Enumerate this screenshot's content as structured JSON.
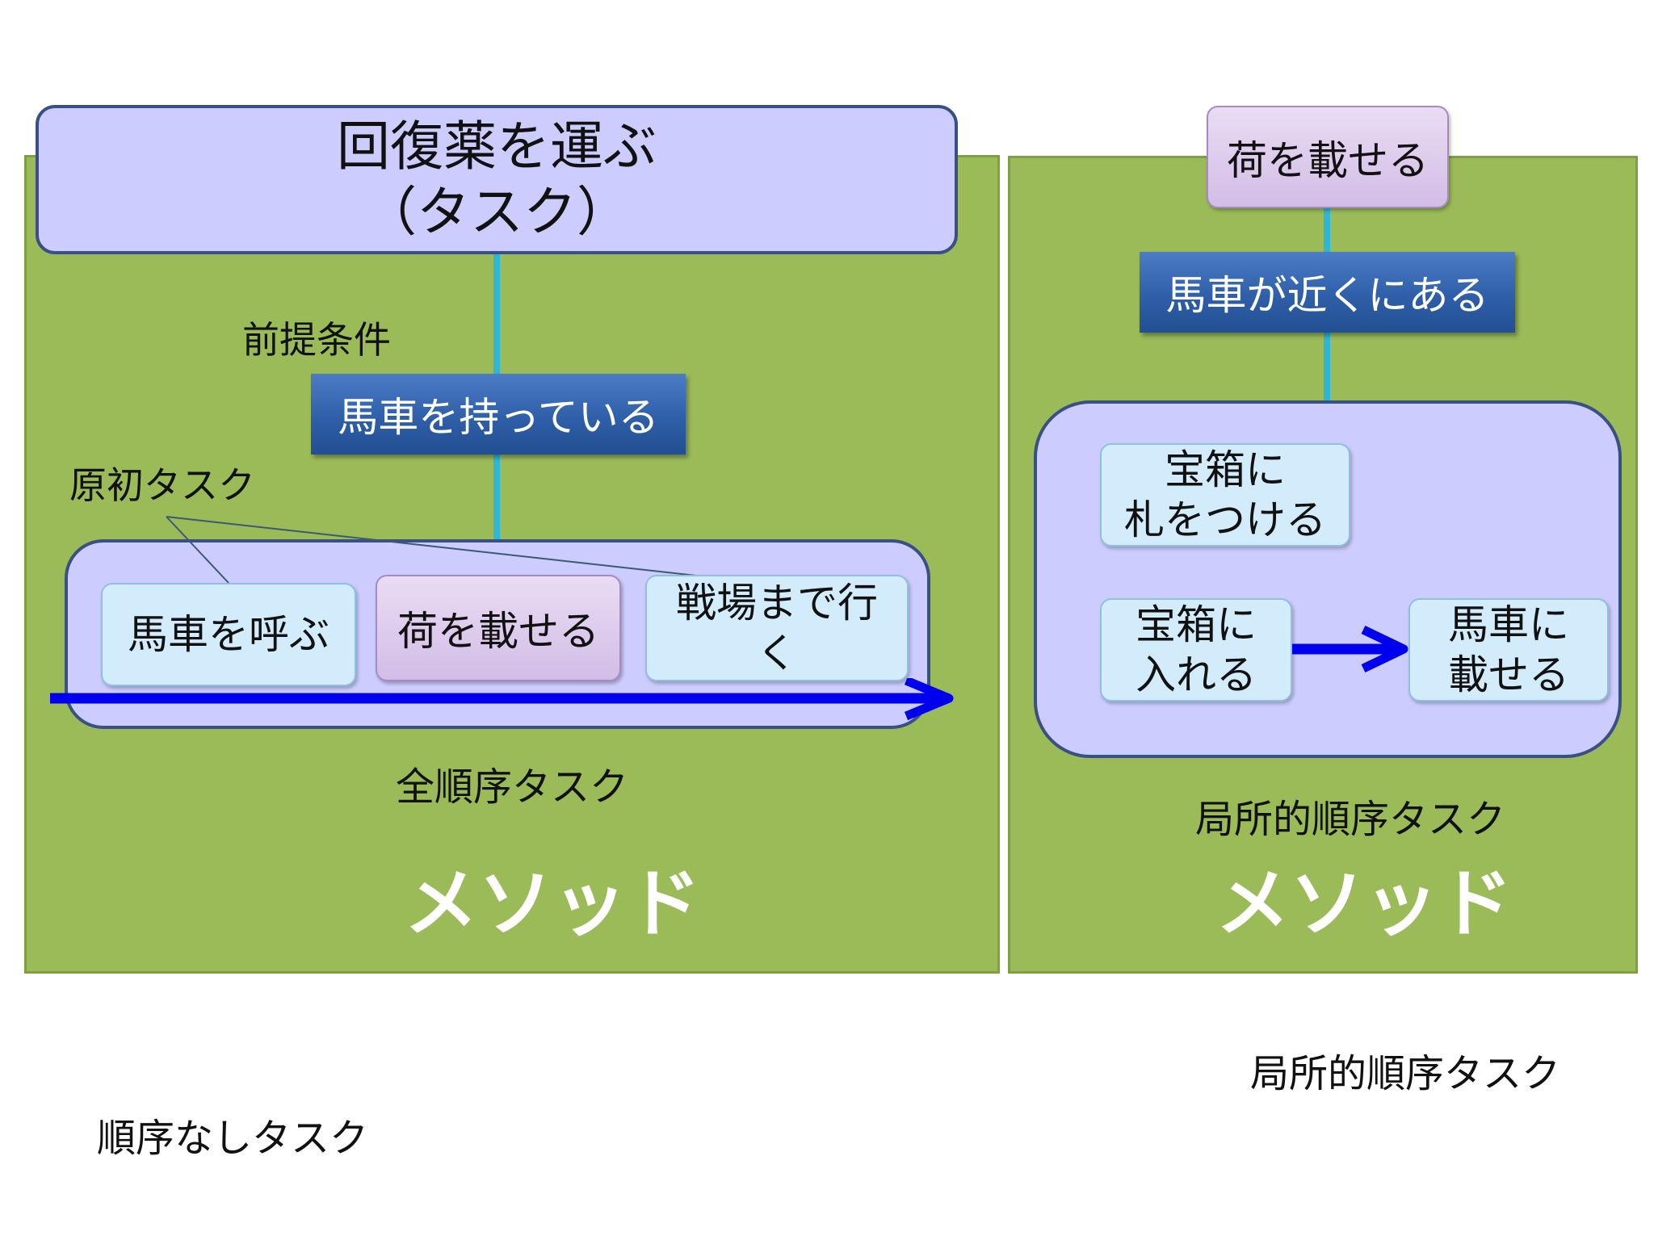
{
  "task": {
    "title": "回復薬を運ぶ",
    "subtitle": "（タスク）"
  },
  "left_method": {
    "precondition_label": "前提条件",
    "precondition": "馬車を持っている",
    "primitive_label": "原初タスク",
    "subtasks": [
      "馬車を呼ぶ",
      "荷を載せる",
      "戦場まで行",
      "く"
    ],
    "container_label": "全順序タスク",
    "method_label": "メソッド"
  },
  "right_method": {
    "task": "荷を載せる",
    "precondition": "馬車が近くにある",
    "subtasks": {
      "tag_line1": "宝箱に",
      "tag_line2": "札をつける",
      "put_line1": "宝箱に",
      "put_line2": "入れる",
      "load_line1": "馬車に",
      "load_line2": "載せる"
    },
    "container_label": "局所的順序タスク",
    "method_label": "メソッド"
  },
  "footer": {
    "right_label": "局所的順序タスク",
    "left_label": "順序なしタスク"
  },
  "colors": {
    "panel": "#9bbb59",
    "task_fill": "#ccccff",
    "condition_fill": "#2f5fa8",
    "primitive_fill": "#d3ecfc",
    "compound_fill": "#d9c6ec",
    "order_arrow": "#0000ee",
    "connector": "#2eb7d6"
  }
}
